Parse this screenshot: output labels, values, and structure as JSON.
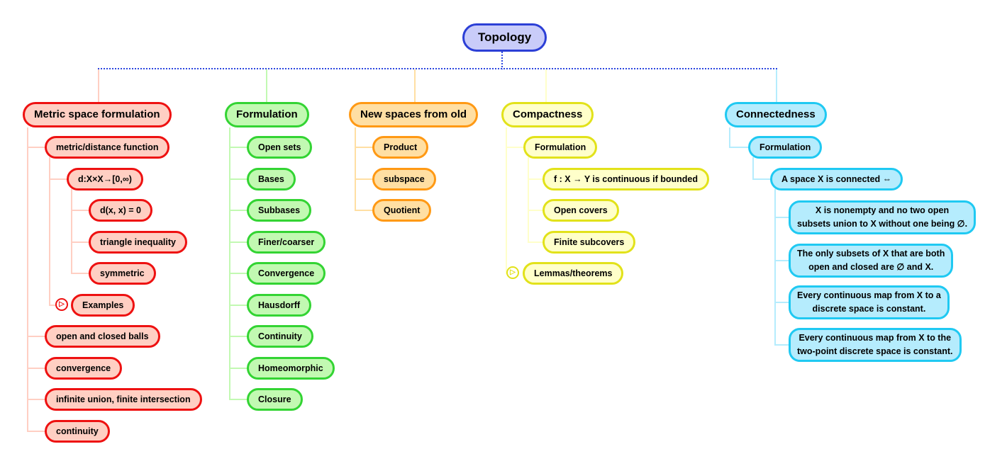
{
  "icons": {
    "expand": "▷"
  },
  "colors": {
    "trunk": "#2c46e0",
    "root_border": "#2c3fd6",
    "root_fill": "#c9ccf9",
    "red": "#ee1111",
    "red_fill": "#ffcfc3",
    "green": "#33d433",
    "green_fill": "#c2f9b2",
    "orange": "#ff9914",
    "orange_fill": "#ffdfa3",
    "yellow": "#e2e21a",
    "yellow_fill": "#ffffca",
    "cyan": "#1fc9f2",
    "cyan_fill": "#b5ecfd"
  },
  "root": {
    "label": "Topology"
  },
  "branches": [
    {
      "label": "Metric space formulation",
      "children": [
        {
          "label": "metric/distance function",
          "children": [
            {
              "label": "d:X×X→[0,∞)",
              "children": [
                {
                  "label": "d(x, x) = 0"
                },
                {
                  "label": "triangle inequality"
                },
                {
                  "label": "symmetric"
                }
              ]
            },
            {
              "label": "Examples",
              "collapsed": true
            }
          ]
        },
        {
          "label": "open and closed balls"
        },
        {
          "label": "convergence"
        },
        {
          "label": "infinite union, finite intersection"
        },
        {
          "label": "continuity"
        }
      ]
    },
    {
      "label": "Formulation",
      "children": [
        {
          "label": "Open sets"
        },
        {
          "label": "Bases"
        },
        {
          "label": "Subbases"
        },
        {
          "label": "Finer/coarser"
        },
        {
          "label": "Convergence"
        },
        {
          "label": "Hausdorff"
        },
        {
          "label": "Continuity"
        },
        {
          "label": "Homeomorphic"
        },
        {
          "label": "Closure"
        }
      ]
    },
    {
      "label": "New spaces from old",
      "children": [
        {
          "label": "Product"
        },
        {
          "label": "subspace"
        },
        {
          "label": "Quotient"
        }
      ]
    },
    {
      "label": "Compactness",
      "children": [
        {
          "label": "Formulation",
          "children": [
            {
              "label": "f : X → Y is continuous if bounded"
            },
            {
              "label": "Open covers"
            },
            {
              "label": "Finite subcovers"
            }
          ]
        },
        {
          "label": "Lemmas/theorems",
          "collapsed": true
        }
      ]
    },
    {
      "label": "Connectedness",
      "children": [
        {
          "label": "Formulation",
          "children": [
            {
              "label": "A space X is connected ⇔",
              "children": [
                {
                  "label": "X is nonempty and no two open\nsubsets union to X without one being ∅."
                },
                {
                  "label": "The only subsets of X that are both\nopen and closed are ∅ and X."
                },
                {
                  "label": "Every continuous map from X to a\ndiscrete space is constant."
                },
                {
                  "label": "Every continuous map from X to the\ntwo-point discrete space is constant."
                }
              ]
            }
          ]
        }
      ]
    }
  ]
}
